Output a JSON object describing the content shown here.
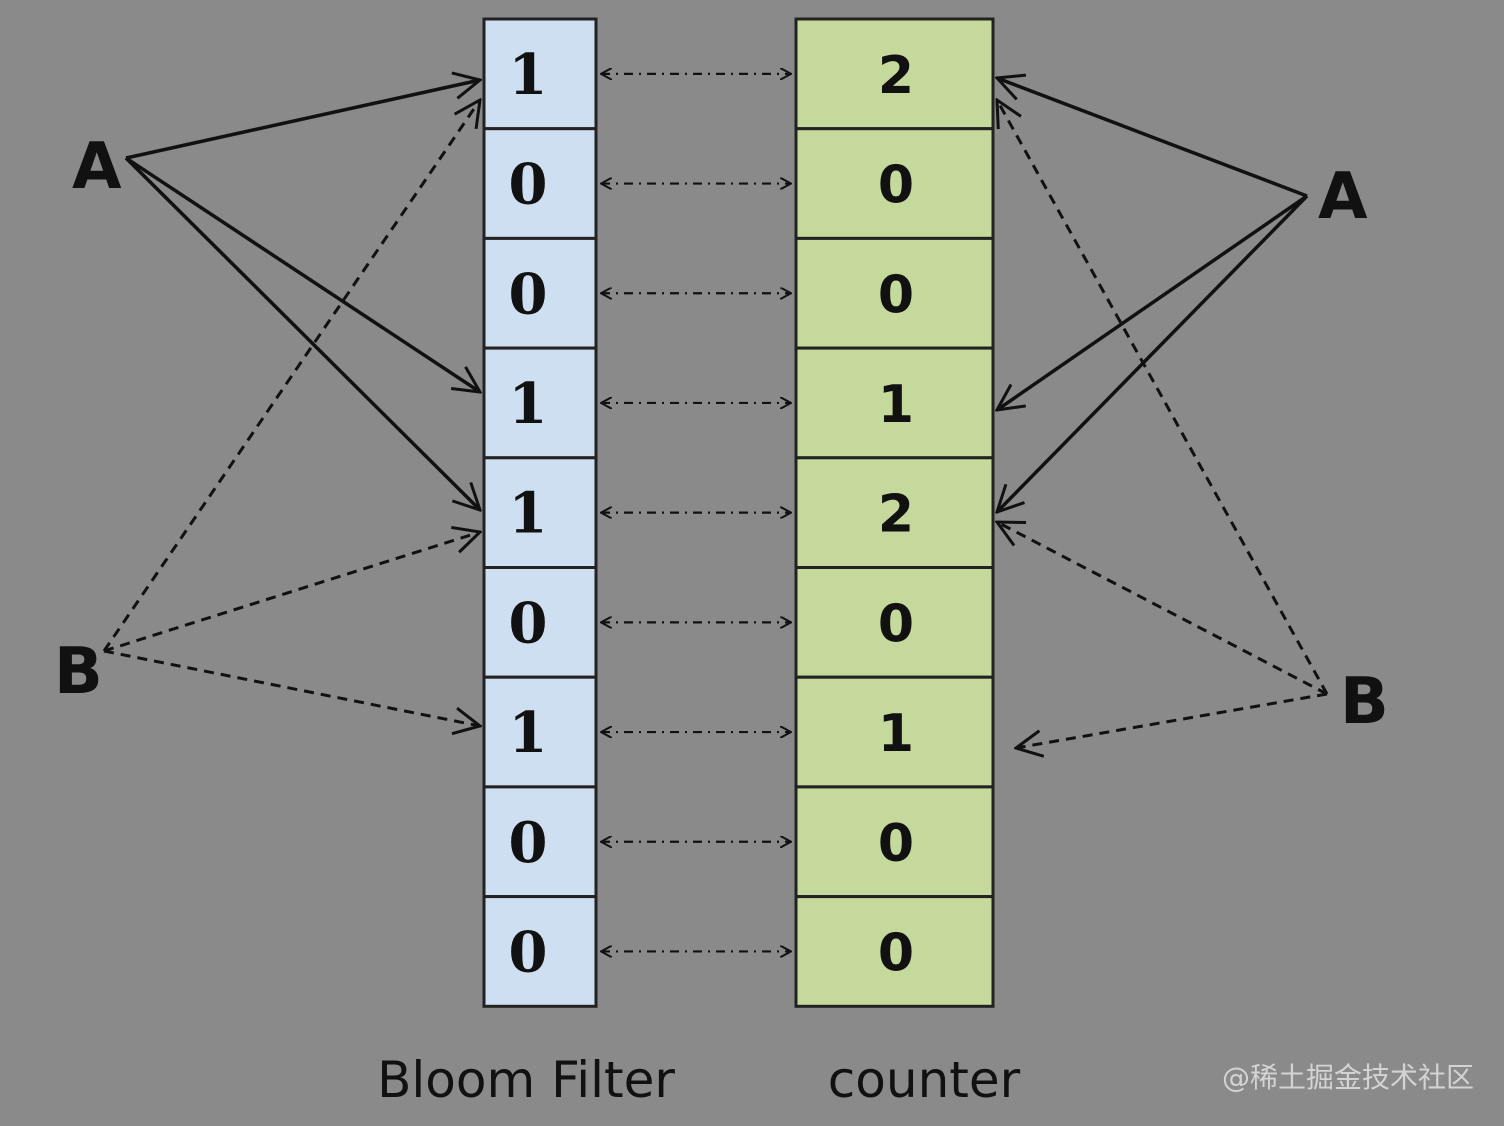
{
  "bloom_filter": {
    "label": "Bloom Filter",
    "bits": [
      "1",
      "0",
      "0",
      "1",
      "1",
      "0",
      "1",
      "0",
      "0"
    ],
    "fill": "#cfdff2"
  },
  "counter": {
    "label": "counter",
    "values": [
      "2",
      "0",
      "0",
      "1",
      "2",
      "0",
      "1",
      "0",
      "0"
    ],
    "fill": "#c6d99c"
  },
  "left_nodes": {
    "a": "A",
    "b": "B"
  },
  "right_nodes": {
    "a": "A",
    "b": "B"
  },
  "watermark": "@稀土掘金技术社区"
}
